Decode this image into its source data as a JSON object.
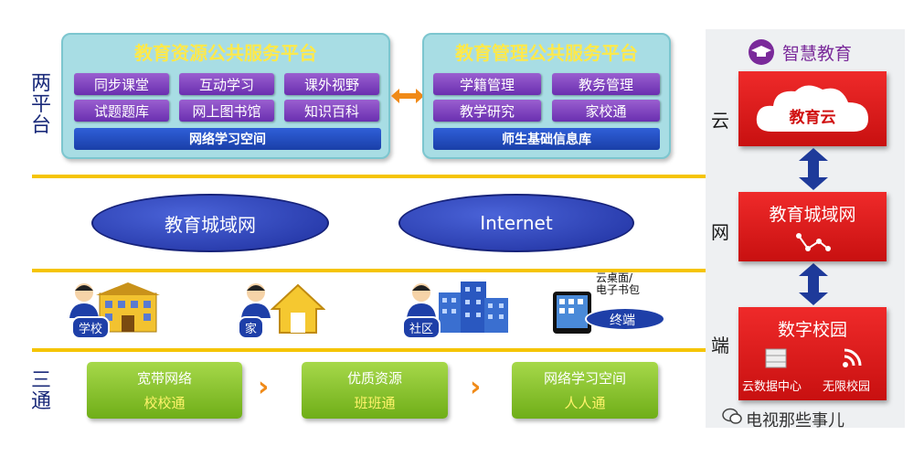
{
  "left_labels": {
    "platform": "两\n平\n台",
    "three": "三\n通"
  },
  "platform_resource": {
    "title": "教育资源公共服务平台",
    "buttons": [
      "同步课堂",
      "互动学习",
      "课外视野",
      "试题题库",
      "网上图书馆",
      "知识百科"
    ],
    "bar": "网络学习空间"
  },
  "platform_management": {
    "title": "教育管理公共服务平台",
    "buttons": [
      "学籍管理",
      "教务管理",
      "教学研究",
      "家校通"
    ],
    "bar": "师生基础信息库"
  },
  "network": {
    "left": "教育城域网",
    "right": "Internet"
  },
  "endpoints": {
    "school": "学校",
    "home": "家",
    "community": "社区",
    "terminal": "终端",
    "terminal_caption": "云桌面/\n电子书包"
  },
  "tongs": [
    {
      "line1": "宽带网络",
      "line2": "校校通"
    },
    {
      "line1": "优质资源",
      "line2": "班班通"
    },
    {
      "line1": "网络学习空间",
      "line2": "人人通"
    }
  ],
  "right_panel": {
    "brand": "智慧教育",
    "cloud_label": "云",
    "net_label": "网",
    "end_label": "端",
    "cloud_title": "教育云",
    "net_title": "教育城域网",
    "campus_title": "数字校园",
    "campus_item1": "云数据中心",
    "campus_item2": "无限校园"
  },
  "watermark": "电视那些事儿",
  "colors": {
    "platform_bg": "#a8dde4",
    "button_purple": "#7a3fc0",
    "title_yellow": "#ffe94a",
    "divider": "#f5c400",
    "ellipse_blue": "#2a3fb8",
    "green": "#8cc63f",
    "red": "#e31e1e"
  }
}
